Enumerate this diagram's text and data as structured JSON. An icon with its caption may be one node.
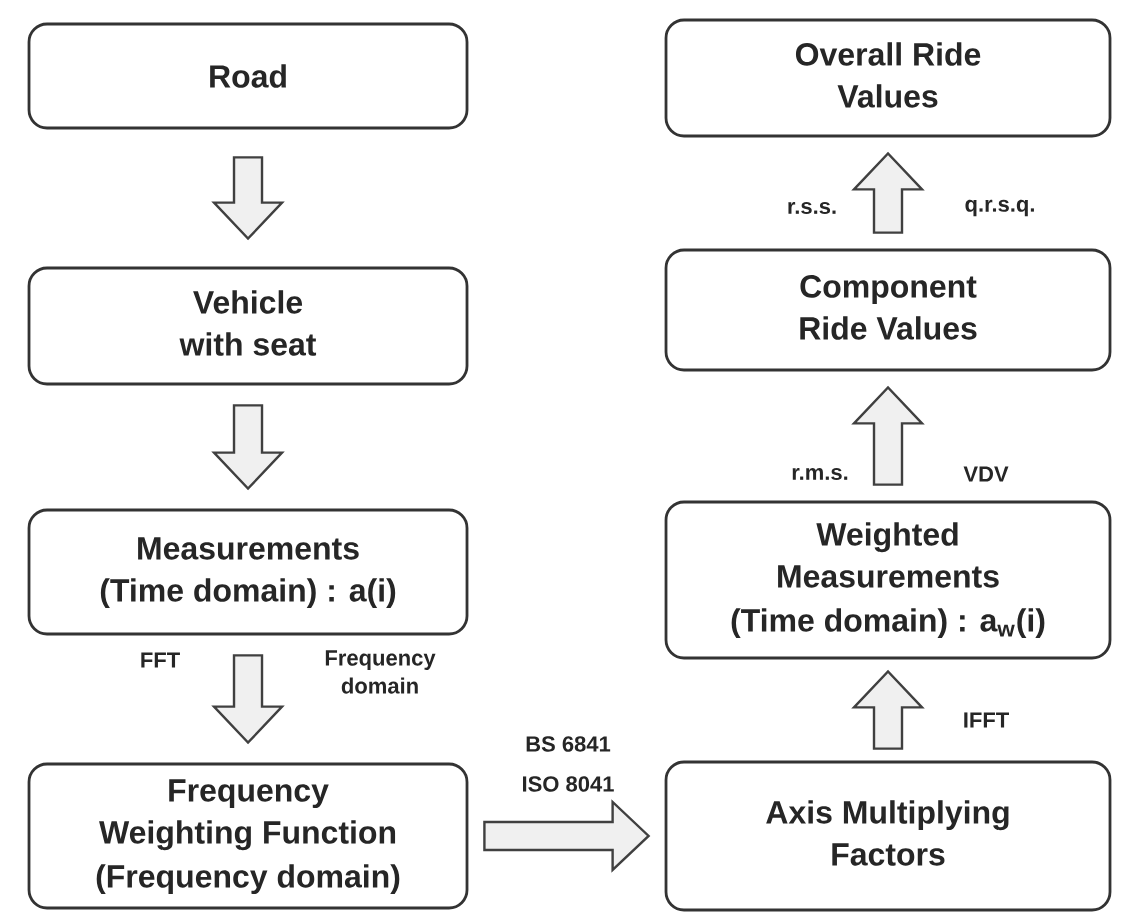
{
  "diagram": {
    "nodes": [
      {
        "text": [
          "Road"
        ]
      },
      {
        "text": [
          "Vehicle with seat"
        ]
      },
      {
        "text": [
          "Measurements",
          "(Time domain) : a(i)"
        ]
      },
      {
        "text": [
          "Frequency Weighting Function",
          "(Frequency domain)"
        ]
      },
      {
        "text": [
          "Axis Multiplying Factors"
        ]
      },
      {
        "text": [
          "Weighted Measurements",
          "(Time domain) : a$_{w}$(i)"
        ]
      },
      {
        "text": [
          "Component Ride Values"
        ]
      },
      {
        "text": [
          "Overall Ride Values"
        ]
      }
    ],
    "edges": [
      {
        "from": 0,
        "to": 1,
        "arrow": "to"
      },
      {
        "from": 1,
        "to": 2,
        "arrow": "to"
      },
      {
        "from": 2,
        "to": 3,
        "arrow": "to"
      },
      {
        "from": 3,
        "to": 4,
        "arrow": "to"
      },
      {
        "from": 4,
        "to": 5,
        "arrow": "to"
      },
      {
        "from": 5,
        "to": 6,
        "arrow": "to"
      },
      {
        "from": 6,
        "to": 7,
        "arrow": "to"
      }
    ],
    "labels": [
      "FFT",
      "Frequency domain",
      "BS 6841",
      "ISO 8041",
      "IFFT",
      "r.m.s.",
      "VDV",
      "r.s.s.",
      "q.r.s.q."
    ]
  }
}
